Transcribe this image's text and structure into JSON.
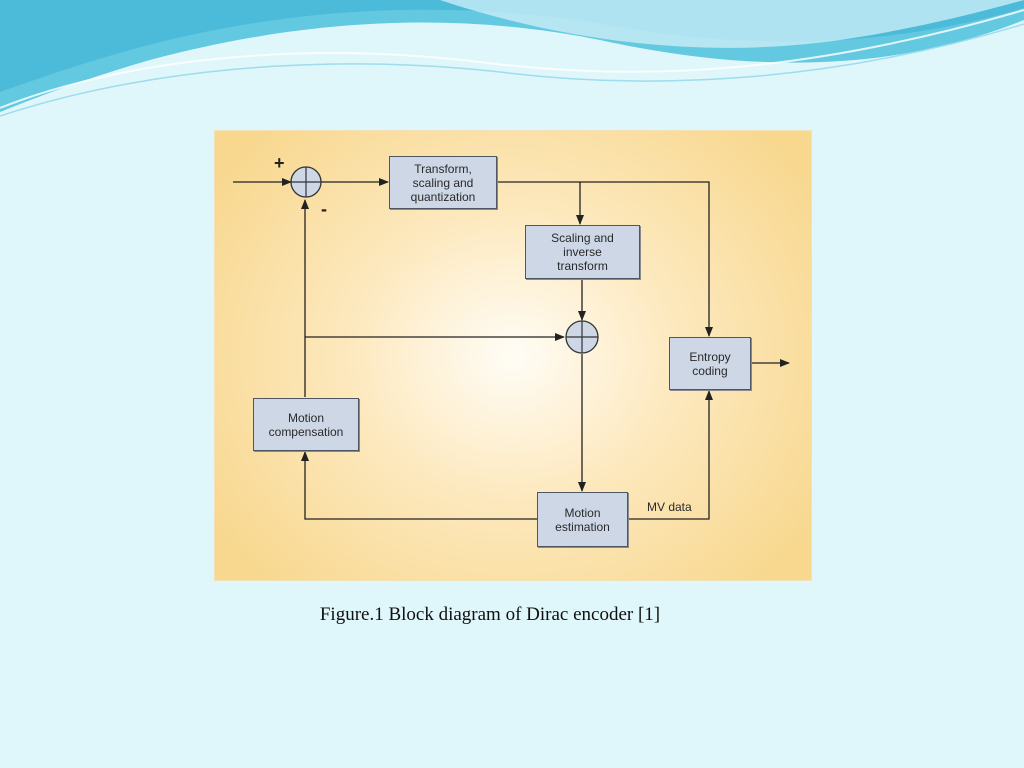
{
  "diagram": {
    "blocks": {
      "transform": "Transform,\nscaling and\nquantization",
      "scaling_inverse": "Scaling and\ninverse\ntransform",
      "entropy": "Entropy\ncoding",
      "motion_comp": "Motion\ncompensation",
      "motion_est": "Motion\nestimation"
    },
    "signs": {
      "plus": "+",
      "minus": "-"
    },
    "edge_labels": {
      "mv_data": "MV data"
    }
  },
  "caption": "Figure.1 Block diagram of Dirac encoder [1]",
  "colors": {
    "background": "#dff6fb",
    "diagram_fill": "#f8d88f",
    "block_fill": "#cdd7e6",
    "wave": "#5fc8e0"
  }
}
